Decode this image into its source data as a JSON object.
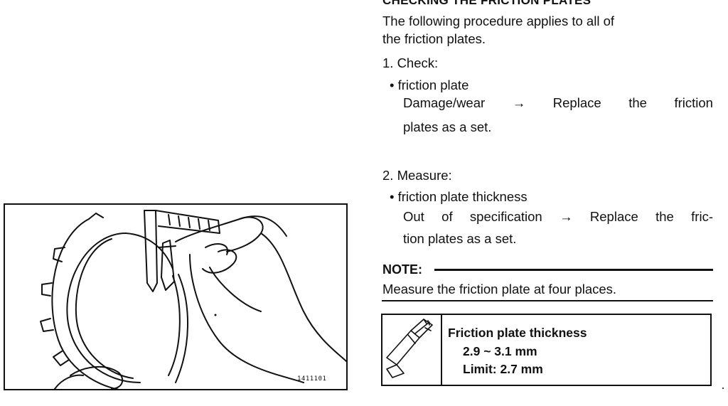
{
  "section": {
    "heading": "CHECKING THE FRICTION PLATES",
    "intro_line1": "The following procedure applies to all of",
    "intro_line2": "the friction plates."
  },
  "steps": [
    {
      "label": "1. Check:",
      "item": "• friction plate",
      "result_line1": [
        "Damage/wear",
        "→",
        "Replace",
        "the",
        "friction"
      ],
      "result_line2": "plates as a set."
    },
    {
      "label": "2. Measure:",
      "item": "• friction plate thickness",
      "result_line1": [
        "Out",
        "of",
        "specification",
        "→",
        "Replace",
        "the",
        "fric-"
      ],
      "result_line2": "tion plates as a set."
    }
  ],
  "note": {
    "label": "NOTE:",
    "text": "Measure the friction plate at four places."
  },
  "spec": {
    "icon": "vernier-caliper-icon",
    "title": "Friction plate thickness",
    "range": "2.9 ~ 3.1 mm",
    "limit": "Limit: 2.7 mm"
  },
  "figure": {
    "code": "1411101"
  }
}
